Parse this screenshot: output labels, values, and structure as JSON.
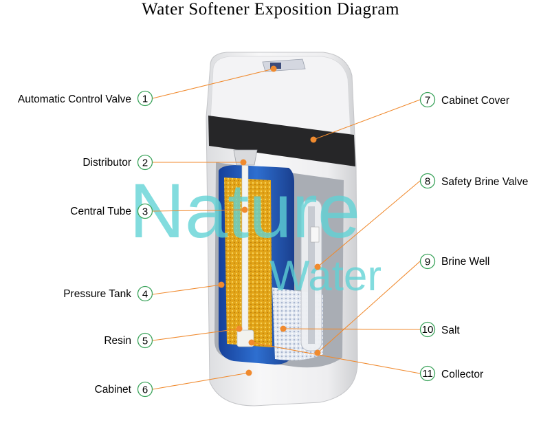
{
  "title": "Water Softener Exposition Diagram",
  "watermark": {
    "line1": "Nature",
    "line2": "Water",
    "color": "#5fd3d6"
  },
  "colors": {
    "leader": "#f08a2e",
    "circle_stroke": "#3aa35a",
    "tank_blue": "#1d4fb0",
    "resin": "#e0a315",
    "salt": "#c9d3e6"
  },
  "labels": [
    {
      "num": "1",
      "text": "Automatic Control Valve",
      "side": "left"
    },
    {
      "num": "2",
      "text": "Distributor",
      "side": "left"
    },
    {
      "num": "3",
      "text": "Central Tube",
      "side": "left"
    },
    {
      "num": "4",
      "text": "Pressure Tank",
      "side": "left"
    },
    {
      "num": "5",
      "text": "Resin",
      "side": "left"
    },
    {
      "num": "6",
      "text": "Cabinet",
      "side": "left"
    },
    {
      "num": "7",
      "text": "Cabinet Cover",
      "side": "right"
    },
    {
      "num": "8",
      "text": "Safety Brine Valve",
      "side": "right"
    },
    {
      "num": "9",
      "text": "Brine Well",
      "side": "right"
    },
    {
      "num": "10",
      "text": "Salt",
      "side": "right"
    },
    {
      "num": "11",
      "text": "Collector",
      "side": "right"
    }
  ]
}
